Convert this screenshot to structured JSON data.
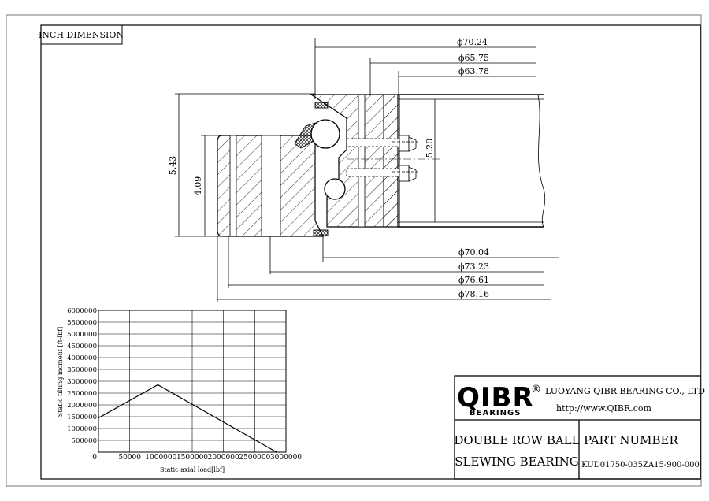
{
  "header": {
    "unit_label": "INCH DIMENSION"
  },
  "dimensions": {
    "d1": "ϕ70.24",
    "d2": "ϕ65.75",
    "d3": "ϕ63.78",
    "d4": "ϕ70.04",
    "d5": "ϕ73.23",
    "d6": "ϕ76.61",
    "d7": "ϕ78.16",
    "h_total": "5.43",
    "h_outer": "4.09",
    "h_inner": "5.20"
  },
  "title_block": {
    "logo_text": "QIBR",
    "logo_sub": "BEARINGS",
    "registered": "®",
    "company": "LUOYANG QIBR BEARING CO., LTD",
    "website": "http://www.QIBR.com",
    "product_line1": "DOUBLE ROW BALL",
    "product_line2": "SLEWING BEARING",
    "part_label": "PART NUMBER",
    "part_number": "KUD01750-035ZA15-900-000"
  },
  "chart_data": {
    "type": "line",
    "xlabel": "Static axial load[lbf]",
    "ylabel": "Static tilting moment [ft-lbf]",
    "xlim": [
      0,
      3000000
    ],
    "ylim": [
      0,
      6000000
    ],
    "grid": true,
    "x_ticks": [
      "0",
      "50000",
      "1000000",
      "1500000",
      "2000000",
      "2500000",
      "3000000"
    ],
    "y_ticks": [
      "500000",
      "1000000",
      "1500000",
      "2000000",
      "2500000",
      "3000000",
      "3500000",
      "4000000",
      "4500000",
      "5000000",
      "5500000",
      "6000000"
    ],
    "series": [
      {
        "x": [
          0,
          950000,
          2850000
        ],
        "y": [
          1450000,
          2850000,
          0
        ]
      }
    ]
  }
}
